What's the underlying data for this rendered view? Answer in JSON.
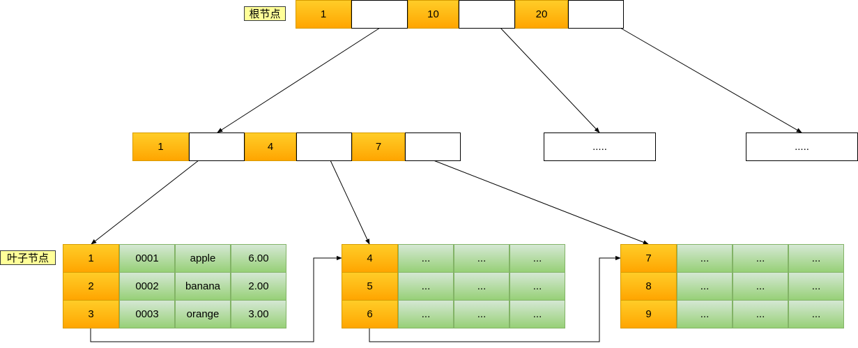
{
  "labels": {
    "root": "根节点",
    "leaf": "叶子节点"
  },
  "root": {
    "keys": [
      "1",
      "10",
      "20"
    ]
  },
  "internal": {
    "keys": [
      "1",
      "4",
      "7"
    ]
  },
  "collapsed_nodes": [
    ".....",
    "....."
  ],
  "leaves": [
    {
      "rows": [
        {
          "key": "1",
          "cols": [
            "0001",
            "apple",
            "6.00"
          ]
        },
        {
          "key": "2",
          "cols": [
            "0002",
            "banana",
            "2.00"
          ]
        },
        {
          "key": "3",
          "cols": [
            "0003",
            "orange",
            "3.00"
          ]
        }
      ]
    },
    {
      "rows": [
        {
          "key": "4",
          "cols": [
            "...",
            "...",
            "..."
          ]
        },
        {
          "key": "5",
          "cols": [
            "...",
            "...",
            "..."
          ]
        },
        {
          "key": "6",
          "cols": [
            "...",
            "...",
            "..."
          ]
        }
      ]
    },
    {
      "rows": [
        {
          "key": "7",
          "cols": [
            "...",
            "...",
            "..."
          ]
        },
        {
          "key": "8",
          "cols": [
            "...",
            "...",
            "..."
          ]
        },
        {
          "key": "9",
          "cols": [
            "...",
            "...",
            "..."
          ]
        }
      ]
    }
  ],
  "colors": {
    "key_fill": "#ffb300",
    "key_border": "#d79b00",
    "data_fill": "#b7dca6",
    "data_border": "#82b366",
    "label_fill": "#ffff99"
  }
}
